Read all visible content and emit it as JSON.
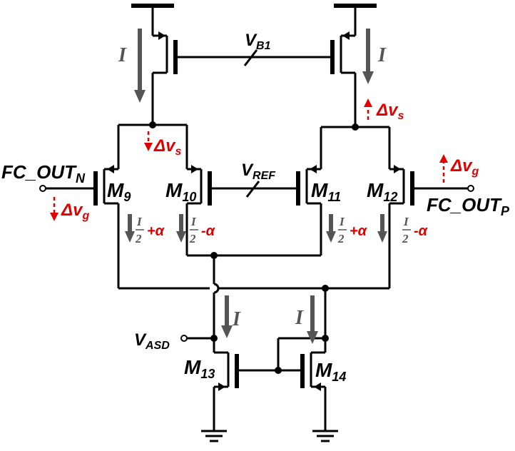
{
  "labels": {
    "vb1": "V",
    "vb1_sub": "B1",
    "vref": "V",
    "vref_sub": "REF",
    "vasd": "V",
    "vasd_sub": "ASD",
    "fc_out_n": "FC_OUT",
    "fc_out_n_sub": "N",
    "fc_out_p": "FC_OUT",
    "fc_out_p_sub": "P",
    "m9": "M",
    "m9_sub": "9",
    "m10": "M",
    "m10_sub": "10",
    "m11": "M",
    "m11_sub": "11",
    "m12": "M",
    "m12_sub": "12",
    "m13": "M",
    "m13_sub": "13",
    "m14": "M",
    "m14_sub": "14"
  },
  "currents": {
    "i": "I",
    "half_num": "I",
    "half_den": "2",
    "plus_alpha": "+α",
    "minus_alpha": "-α"
  },
  "signals": {
    "dv": "Δv",
    "sub_s": "s",
    "sub_g": "g"
  },
  "colors": {
    "wire": "#000000",
    "current_arrow": "#555555",
    "signal": "#e00000"
  }
}
